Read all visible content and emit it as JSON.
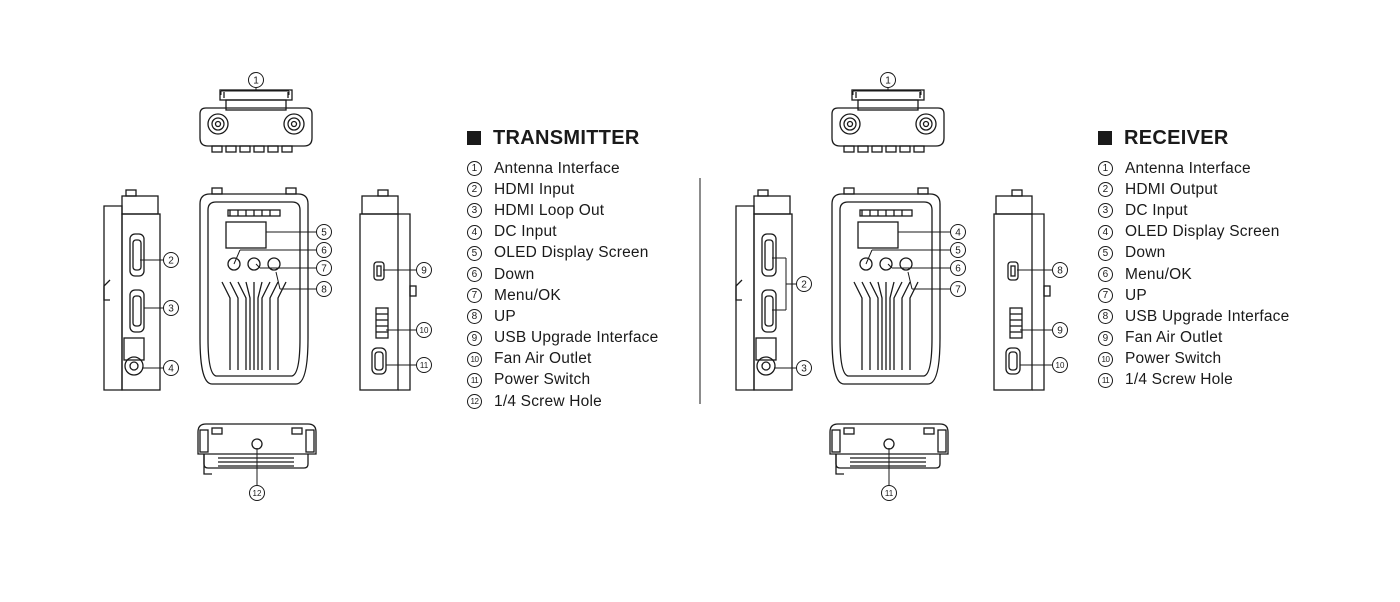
{
  "transmitter": {
    "title": "TRANSMITTER",
    "items": [
      {
        "num": "1",
        "label": "Antenna Interface"
      },
      {
        "num": "2",
        "label": "HDMI Input"
      },
      {
        "num": "3",
        "label": "HDMI Loop Out"
      },
      {
        "num": "4",
        "label": "DC Input"
      },
      {
        "num": "5",
        "label": "OLED Display Screen"
      },
      {
        "num": "6",
        "label": "Down"
      },
      {
        "num": "7",
        "label": "Menu/OK"
      },
      {
        "num": "8",
        "label": "UP"
      },
      {
        "num": "9",
        "label": "USB Upgrade Interface"
      },
      {
        "num": "10",
        "label": "Fan Air Outlet"
      },
      {
        "num": "11",
        "label": "Power Switch"
      },
      {
        "num": "12",
        "label": "1/4 Screw Hole"
      }
    ]
  },
  "receiver": {
    "title": "RECEIVER",
    "items": [
      {
        "num": "1",
        "label": "Antenna Interface"
      },
      {
        "num": "2",
        "label": "HDMI Output"
      },
      {
        "num": "3",
        "label": "DC Input"
      },
      {
        "num": "4",
        "label": "OLED Display Screen"
      },
      {
        "num": "5",
        "label": "Down"
      },
      {
        "num": "6",
        "label": "Menu/OK"
      },
      {
        "num": "7",
        "label": "UP"
      },
      {
        "num": "8",
        "label": "USB Upgrade Interface"
      },
      {
        "num": "9",
        "label": "Fan Air Outlet"
      },
      {
        "num": "10",
        "label": "Power Switch"
      },
      {
        "num": "11",
        "label": "1/4 Screw Hole"
      }
    ]
  },
  "callouts": {
    "tx_top": "1",
    "tx_hdmi_in": "2",
    "tx_hdmi_loop": "3",
    "tx_dc": "4",
    "tx_oled": "5",
    "tx_down": "6",
    "tx_menu": "7",
    "tx_up": "8",
    "tx_usb": "9",
    "tx_fan": "10",
    "tx_power": "11",
    "tx_screw": "12",
    "rx_top": "1",
    "rx_hdmi_out": "2",
    "rx_dc": "3",
    "rx_oled": "4",
    "rx_down": "5",
    "rx_menu": "6",
    "rx_up": "7",
    "rx_usb": "8",
    "rx_fan": "9",
    "rx_power": "10",
    "rx_screw": "11"
  }
}
